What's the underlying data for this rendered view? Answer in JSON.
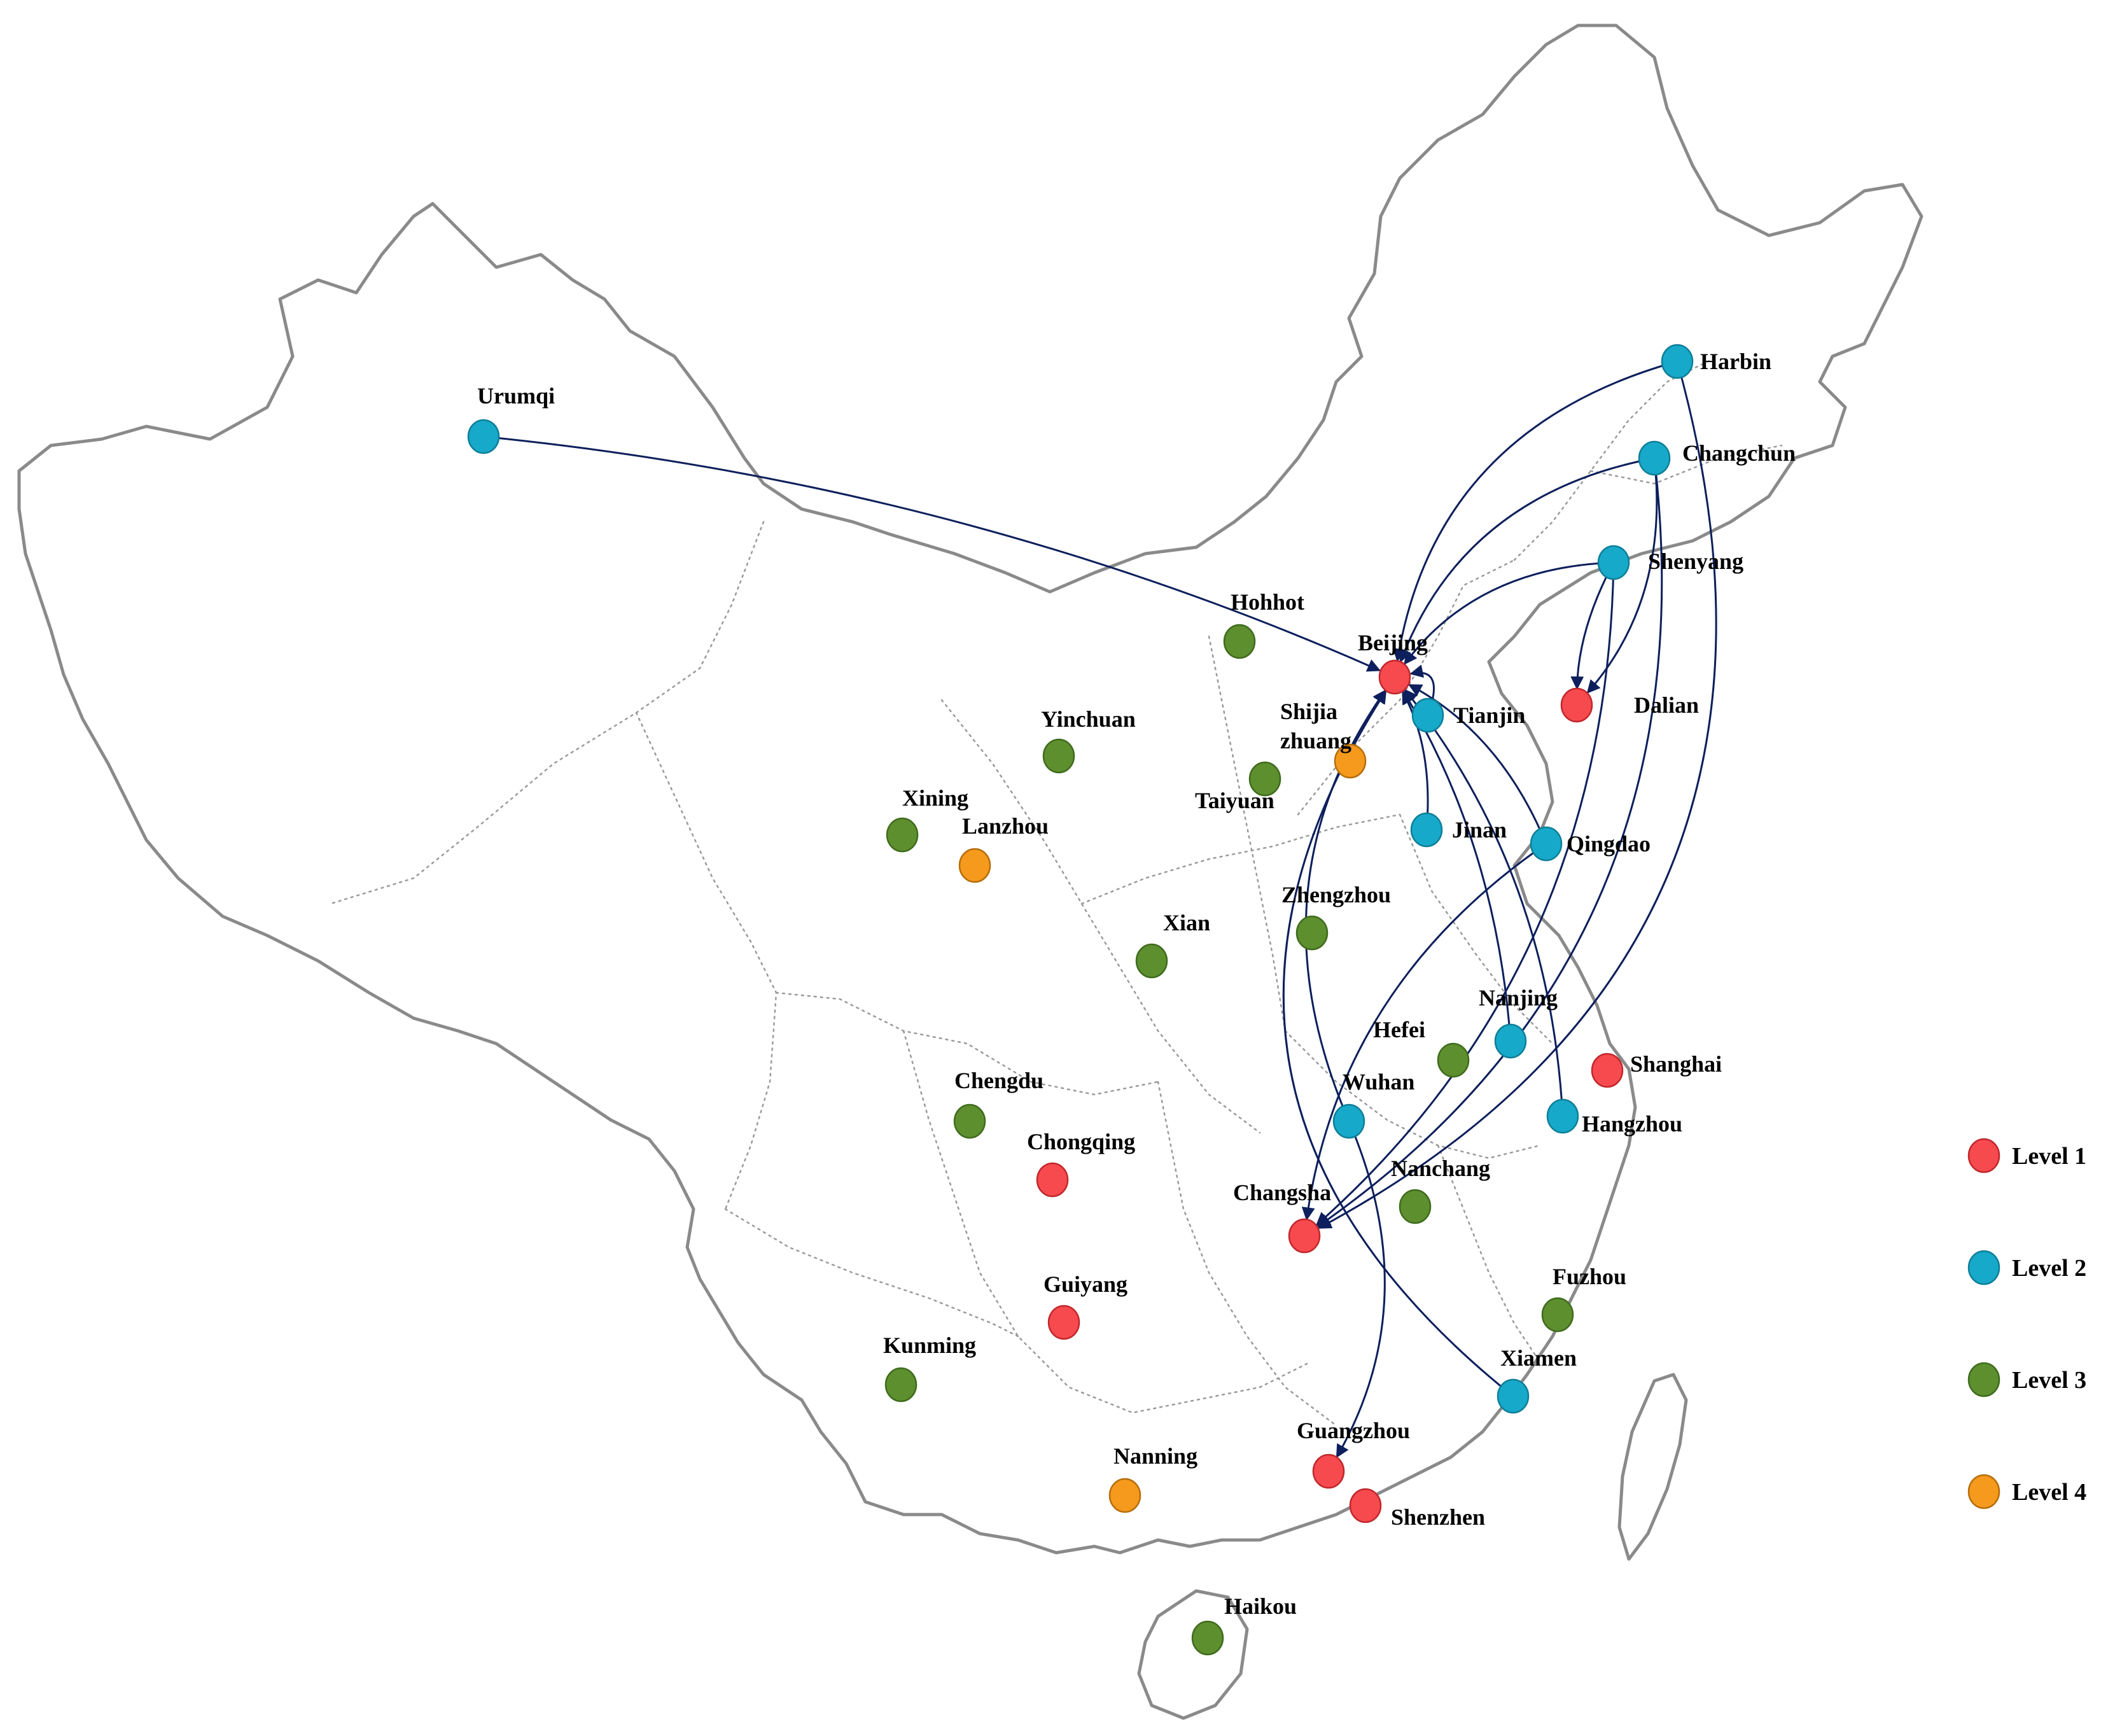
{
  "levels": [
    {
      "key": "1",
      "label": "Level 1",
      "color": "#f74a4f",
      "stroke": "#c0272b"
    },
    {
      "key": "2",
      "label": "Level 2",
      "color": "#17a9c9",
      "stroke": "#0e7f99"
    },
    {
      "key": "3",
      "label": "Level 3",
      "color": "#5e8f2f",
      "stroke": "#3f6b1c"
    },
    {
      "key": "4",
      "label": "Level 4",
      "color": "#f59a1c",
      "stroke": "#b66d0b"
    }
  ],
  "cities": [
    {
      "id": "urumqi",
      "name": "Urumqi",
      "level": "2"
    },
    {
      "id": "harbin",
      "name": "Harbin",
      "level": "2"
    },
    {
      "id": "changchun",
      "name": "Changchun",
      "level": "2"
    },
    {
      "id": "shenyang",
      "name": "Shenyang",
      "level": "2"
    },
    {
      "id": "hohhot",
      "name": "Hohhot",
      "level": "3"
    },
    {
      "id": "beijing",
      "name": "Beijing",
      "level": "1"
    },
    {
      "id": "dalian",
      "name": "Dalian",
      "level": "1"
    },
    {
      "id": "tianjin",
      "name": "Tianjin",
      "level": "2"
    },
    {
      "id": "shijiazhuang",
      "name": "Shijia zhuang",
      "level": "4"
    },
    {
      "id": "yinchuan",
      "name": "Yinchuan",
      "level": "3"
    },
    {
      "id": "taiyuan",
      "name": "Taiyuan",
      "level": "3"
    },
    {
      "id": "xining",
      "name": "Xining",
      "level": "3"
    },
    {
      "id": "lanzhou",
      "name": "Lanzhou",
      "level": "4"
    },
    {
      "id": "jinan",
      "name": "Jinan",
      "level": "2"
    },
    {
      "id": "qingdao",
      "name": "Qingdao",
      "level": "2"
    },
    {
      "id": "zhengzhou",
      "name": "Zhengzhou",
      "level": "3"
    },
    {
      "id": "xian",
      "name": "Xian",
      "level": "3"
    },
    {
      "id": "nanjing",
      "name": "Nanjing",
      "level": "2"
    },
    {
      "id": "hefei",
      "name": "Hefei",
      "level": "3"
    },
    {
      "id": "shanghai",
      "name": "Shanghai",
      "level": "1"
    },
    {
      "id": "wuhan",
      "name": "Wuhan",
      "level": "2"
    },
    {
      "id": "hangzhou",
      "name": "Hangzhou",
      "level": "2"
    },
    {
      "id": "chengdu",
      "name": "Chengdu",
      "level": "3"
    },
    {
      "id": "chongqing",
      "name": "Chongqing",
      "level": "1"
    },
    {
      "id": "nanchang",
      "name": "Nanchang",
      "level": "3"
    },
    {
      "id": "changsha",
      "name": "Changsha",
      "level": "1"
    },
    {
      "id": "fuzhou",
      "name": "Fuzhou",
      "level": "3"
    },
    {
      "id": "guiyang",
      "name": "Guiyang",
      "level": "1"
    },
    {
      "id": "kunming",
      "name": "Kunming",
      "level": "3"
    },
    {
      "id": "xiamen",
      "name": "Xiamen",
      "level": "2"
    },
    {
      "id": "guangzhou",
      "name": "Guangzhou",
      "level": "1"
    },
    {
      "id": "nanning",
      "name": "Nanning",
      "level": "4"
    },
    {
      "id": "shenzhen",
      "name": "Shenzhen",
      "level": "1"
    },
    {
      "id": "haikou",
      "name": "Haikou",
      "level": "3"
    }
  ],
  "routes": [
    {
      "from": "urumqi",
      "to": "beijing"
    },
    {
      "from": "harbin",
      "to": "beijing"
    },
    {
      "from": "changchun",
      "to": "beijing"
    },
    {
      "from": "shenyang",
      "to": "beijing"
    },
    {
      "from": "tianjin",
      "to": "beijing"
    },
    {
      "from": "jinan",
      "to": "beijing"
    },
    {
      "from": "qingdao",
      "to": "beijing"
    },
    {
      "from": "nanjing",
      "to": "beijing"
    },
    {
      "from": "hangzhou",
      "to": "beijing"
    },
    {
      "from": "wuhan",
      "to": "beijing"
    },
    {
      "from": "xiamen",
      "to": "beijing"
    },
    {
      "from": "shenyang",
      "to": "dalian"
    },
    {
      "from": "changchun",
      "to": "dalian"
    },
    {
      "from": "harbin",
      "to": "changsha"
    },
    {
      "from": "changchun",
      "to": "changsha"
    },
    {
      "from": "shenyang",
      "to": "changsha"
    },
    {
      "from": "qingdao",
      "to": "changsha"
    },
    {
      "from": "wuhan",
      "to": "guangzhou"
    }
  ]
}
